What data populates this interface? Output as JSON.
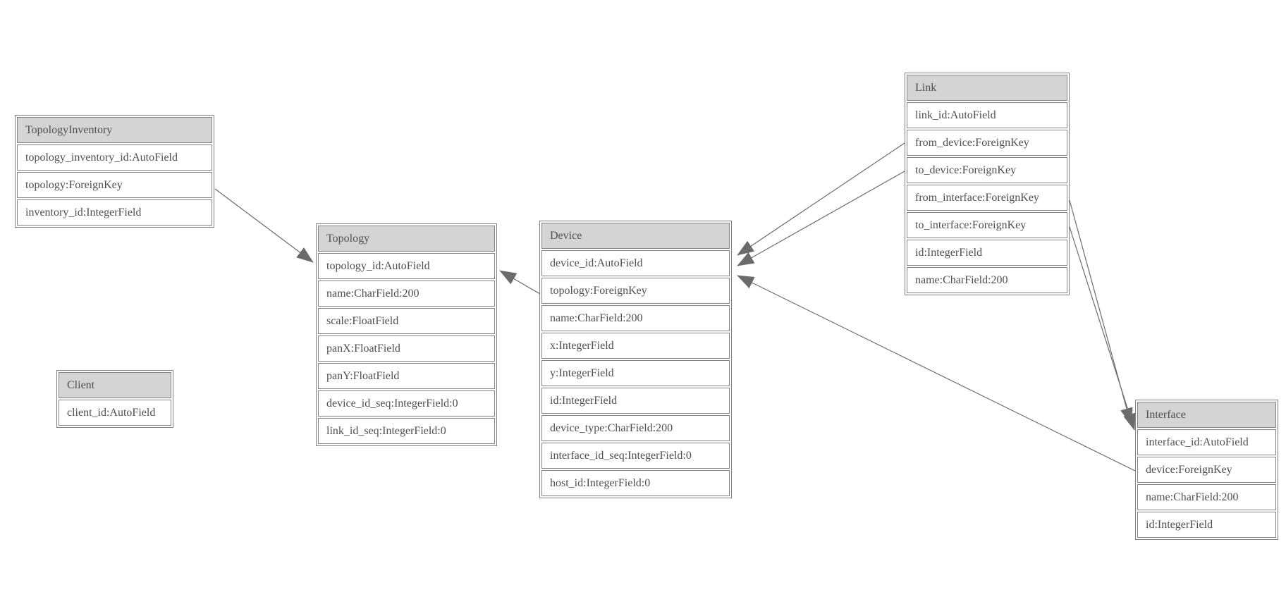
{
  "colors": {
    "header_fill": "#d4d4d4",
    "cell_fill": "#ffffff",
    "border": "#808080",
    "text": "#4f4f4f",
    "edge": "#6b6b6b",
    "background": "#ffffff"
  },
  "entities": [
    {
      "name": "TopologyInventory",
      "fields": [
        "topology_inventory_id:AutoField",
        "topology:ForeignKey",
        "inventory_id:IntegerField"
      ]
    },
    {
      "name": "Topology",
      "fields": [
        "topology_id:AutoField",
        "name:CharField:200",
        "scale:FloatField",
        "panX:FloatField",
        "panY:FloatField",
        "device_id_seq:IntegerField:0",
        "link_id_seq:IntegerField:0"
      ]
    },
    {
      "name": "Client",
      "fields": [
        "client_id:AutoField"
      ]
    },
    {
      "name": "Device",
      "fields": [
        "device_id:AutoField",
        "topology:ForeignKey",
        "name:CharField:200",
        "x:IntegerField",
        "y:IntegerField",
        "id:IntegerField",
        "device_type:CharField:200",
        "interface_id_seq:IntegerField:0",
        "host_id:IntegerField:0"
      ]
    },
    {
      "name": "Link",
      "fields": [
        "link_id:AutoField",
        "from_device:ForeignKey",
        "to_device:ForeignKey",
        "from_interface:ForeignKey",
        "to_interface:ForeignKey",
        "id:IntegerField",
        "name:CharField:200"
      ]
    },
    {
      "name": "Interface",
      "fields": [
        "interface_id:AutoField",
        "device:ForeignKey",
        "name:CharField:200",
        "id:IntegerField"
      ]
    }
  ],
  "relationships": [
    {
      "from": "TopologyInventory",
      "field": "topology",
      "to": "Topology"
    },
    {
      "from": "Device",
      "field": "topology",
      "to": "Topology"
    },
    {
      "from": "Link",
      "field": "from_device",
      "to": "Device"
    },
    {
      "from": "Link",
      "field": "to_device",
      "to": "Device"
    },
    {
      "from": "Link",
      "field": "from_interface",
      "to": "Interface"
    },
    {
      "from": "Link",
      "field": "to_interface",
      "to": "Interface"
    },
    {
      "from": "Interface",
      "field": "device",
      "to": "Device"
    }
  ]
}
